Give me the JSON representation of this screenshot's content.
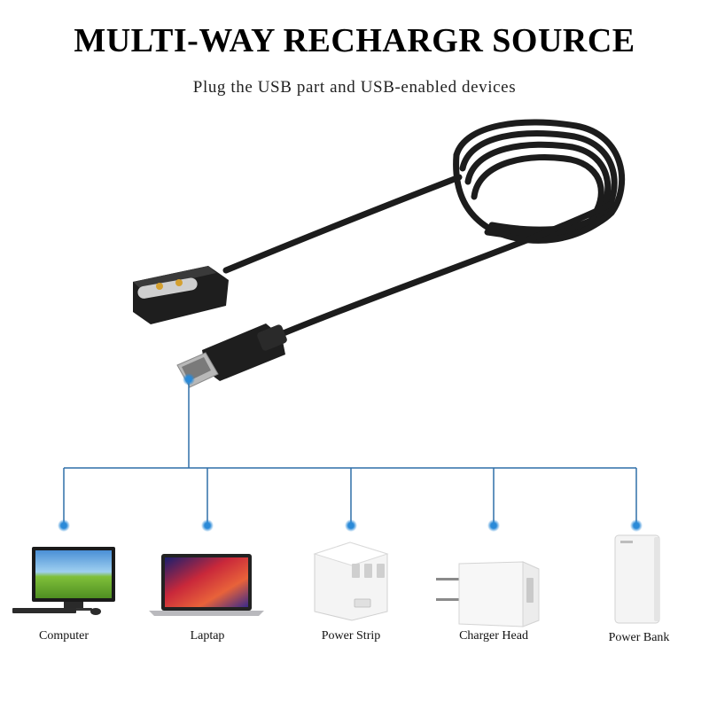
{
  "header": {
    "title": "MULTI-WAY RECHARGR SOURCE",
    "subtitle": "Plug the USB part and USB-enabled devices"
  },
  "devices": [
    {
      "label": "Computer",
      "icon": "computer-icon"
    },
    {
      "label": "Laptap",
      "icon": "laptop-icon"
    },
    {
      "label": "Power Strip",
      "icon": "power-strip-icon"
    },
    {
      "label": "Charger Head",
      "icon": "charger-head-icon"
    },
    {
      "label": "Power Bank",
      "icon": "power-bank-icon"
    }
  ],
  "colors": {
    "connector_line": "#2f6fa8",
    "node_dot": "#2a8ad8",
    "cable": "#1c1c1c"
  }
}
